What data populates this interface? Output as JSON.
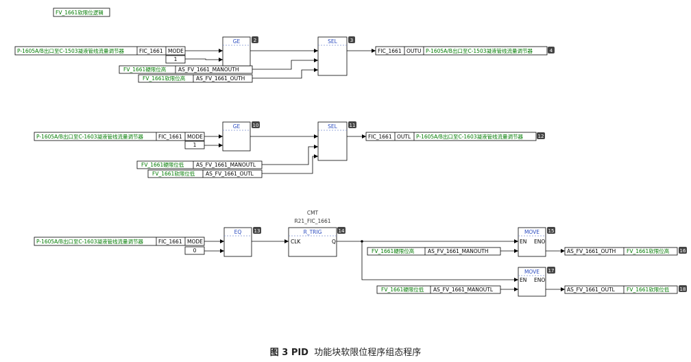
{
  "header_label": "FV_1661软限位逻辑",
  "caption": {
    "prefix": "图 3 PID",
    "text": "功能块软限位程序组态程序"
  },
  "colors": {
    "line": "#000000",
    "green": "#007a00",
    "blue": "#2a4bbf",
    "dash": "#7a8fd0",
    "badge": "#444444"
  },
  "row1": {
    "src_label": "P-1605A/B出口至C-1503凝液管线流量调节器",
    "src_var": "FIC_1661",
    "src_port": "MODE",
    "const": "1",
    "hi_label": "FV_1661硬限位高",
    "hi_var": "AS_FV_1661_MANOUTH",
    "soft_label": "FV_1661软限位高",
    "soft_var": "AS_FV_1661_OUTH",
    "ge_title": "GE",
    "ge_num": "2",
    "sel_title": "SEL",
    "sel_num": "3",
    "out_var": "FIC_1661",
    "out_port": "OUTU",
    "out_label": "P-1605A/B出口至C-1503凝液管线流量调节器",
    "out_num": "4"
  },
  "row2": {
    "src_label": "P-1605A/B出口至C-1603凝液管线流量调节器",
    "src_var": "FIC_1661",
    "src_port": "MODE",
    "const": "1",
    "lo_label": "FV_1661硬限位低",
    "lo_var": "AS_FV_1661_MANOUTL",
    "soft_label": "FV_1661软限位低",
    "soft_var": "AS_FV_1661_OUTL",
    "ge_title": "GE",
    "ge_num": "10",
    "sel_title": "SEL",
    "sel_num": "11",
    "out_var": "FIC_1661",
    "out_port": "OUTL",
    "out_label": "P-1605A/B出口至C-1603凝液管线流量调节器",
    "out_num": "12"
  },
  "row3": {
    "src_label": "P-1605A/B出口至C-1603凝液管线流量调节器",
    "src_var": "FIC_1661",
    "src_port": "MODE",
    "const": "0",
    "eq_title": "EQ",
    "eq_num": "13",
    "rtrig_type": "CMT",
    "rtrig_inst": "R21_FIC_1661",
    "rtrig_title": "R_TRIG",
    "rtrig_num": "14",
    "clk": "CLK",
    "q": "Q",
    "m1_title": "MOVE",
    "m1_num": "15",
    "en": "EN",
    "eno": "ENO",
    "m1_in_label": "FV_1661硬限位高",
    "m1_in_var": "AS_FV_1661_MANOUTH",
    "m1_out_var": "AS_FV_1661_OUTH",
    "m1_out_label": "FV_1661软限位高",
    "m1_out_num": "16",
    "m2_title": "MOVE",
    "m2_num": "17",
    "m2_in_label": "FV_1661硬限位低",
    "m2_in_var": "AS_FV_1661_MANOUTL",
    "m2_out_var": "AS_FV_1661_OUTL",
    "m2_out_label": "FV_1661软限位低",
    "m2_out_num": "18"
  }
}
